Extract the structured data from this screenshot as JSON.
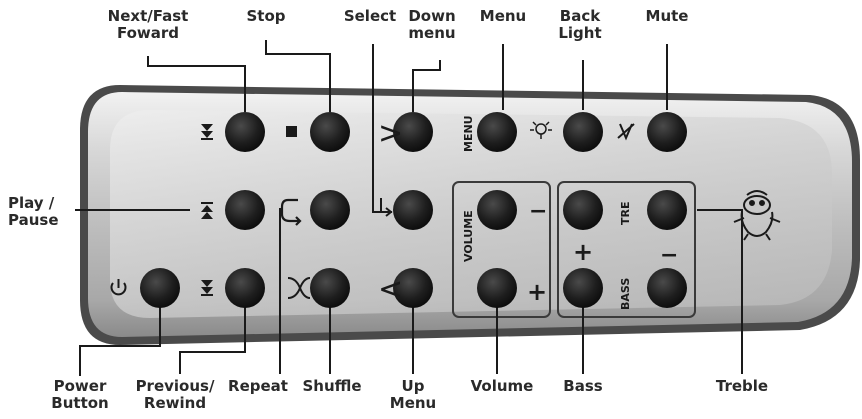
{
  "labels": {
    "next": [
      "Next/Fast",
      "Foward"
    ],
    "stop": [
      "Stop"
    ],
    "select": [
      "Select"
    ],
    "down_menu": [
      "Down",
      "menu"
    ],
    "menu": [
      "Menu"
    ],
    "back_light": [
      "Back",
      "Light"
    ],
    "mute": [
      "Mute"
    ],
    "play_pause": [
      "Play /",
      "Pause"
    ],
    "power": [
      "Power",
      "Button"
    ],
    "previous": [
      "Previous/",
      "Rewind"
    ],
    "repeat": [
      "Repeat"
    ],
    "shuffle": [
      "Shuffle"
    ],
    "up_menu": [
      "Up",
      "Menu"
    ],
    "volume": [
      "Volume"
    ],
    "bass": [
      "Bass"
    ],
    "treble": [
      "Treble"
    ]
  },
  "panel_text": {
    "menu": "MENU",
    "volume": "VOLUME",
    "tre": "TRE",
    "bass": "BASS",
    "plus": "+",
    "minus": "−",
    "gt": ">",
    "lt": "<"
  },
  "colors": {
    "body_light": "#e6e6e6",
    "body_dark": "#8c8c8c",
    "button": "#1e1e1e",
    "leader": "#1a1a1a",
    "label": "#2a2a2a"
  }
}
